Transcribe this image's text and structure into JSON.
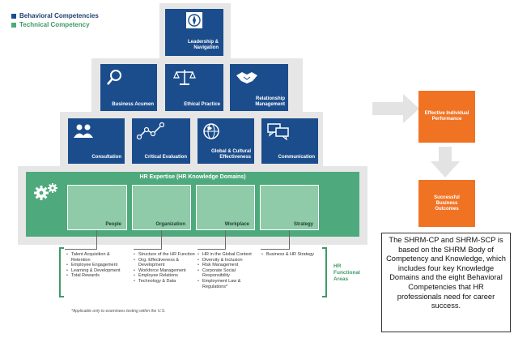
{
  "legend": {
    "behavioral": "Behavioral Competencies",
    "technical": "Technical Competency",
    "behavioral_color": "#1b4d8c",
    "technical_color": "#4eaa7d"
  },
  "behavioral_tiers": {
    "top": [
      {
        "label": "Leadership & Navigation",
        "icon": "compass-icon"
      }
    ],
    "middle": [
      {
        "label": "Business Acumen",
        "icon": "magnifier-icon"
      },
      {
        "label": "Ethical Practice",
        "icon": "scales-icon"
      },
      {
        "label": "Relationship Management",
        "icon": "handshake-icon"
      }
    ],
    "bottom": [
      {
        "label": "Consultation",
        "icon": "people-icon"
      },
      {
        "label": "Critical Evaluation",
        "icon": "trend-icon"
      },
      {
        "label": "Global & Cultural Effectiveness",
        "icon": "globe-icon"
      },
      {
        "label": "Communication",
        "icon": "speech-bubbles-icon"
      }
    ]
  },
  "technical": {
    "title": "HR Expertise (HR Knowledge Domains)",
    "icon": "gears-icon",
    "domains": [
      {
        "label": "People",
        "items": [
          "Talent Acquisition & Retention",
          "Employee Engagement",
          "Learning & Development",
          "Total Rewards"
        ]
      },
      {
        "label": "Organization",
        "items": [
          "Structure of the HR Function",
          "Org. Effectiveness & Development",
          "Workforce Management",
          "Employee Relations",
          "Technology & Data"
        ]
      },
      {
        "label": "Workplace",
        "items": [
          "HR in the Global Context",
          "Diversity & Inclusion",
          "Risk Management",
          "Corporate Social Responsibility",
          "Employment Law & Regulations*"
        ]
      },
      {
        "label": "Strategy",
        "items": [
          "Business & HR Strategy"
        ]
      }
    ]
  },
  "functional_areas_label": "HR Functional Areas",
  "footnote": "*Applicable only to examinees testing within the U.S.",
  "outcomes": {
    "performance": "Effective Individual Performance",
    "business": "Successful Business Outcomes",
    "color": "#f07323"
  },
  "note": "The SHRM-CP and SHRM-SCP is based on the SHRM Body of Competency and Knowledge, which includes four key Knowledge Domains and the eight Behavioral Competencies that HR professionals need for career success."
}
